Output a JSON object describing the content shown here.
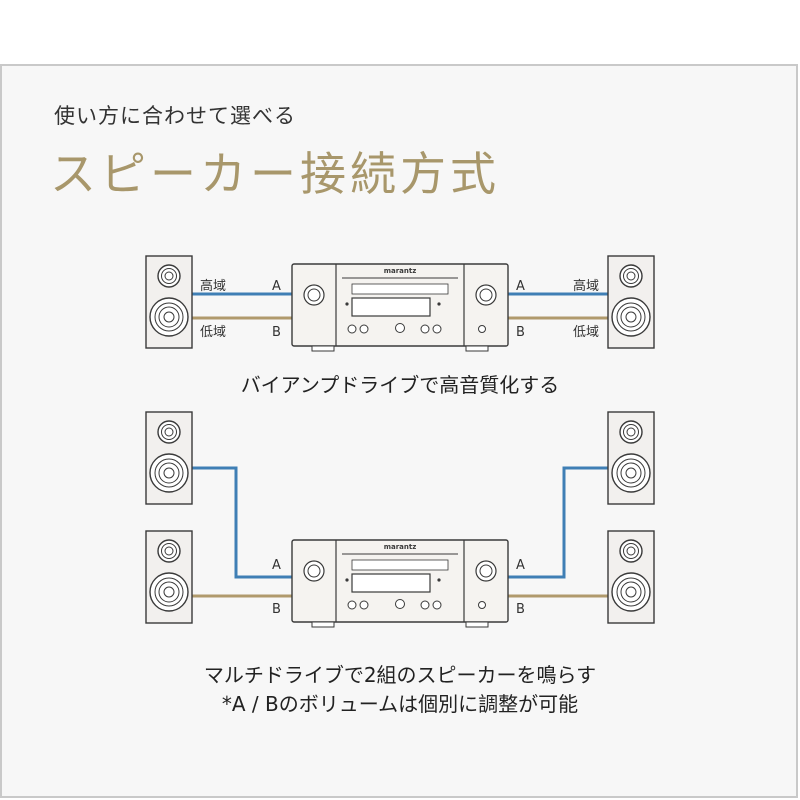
{
  "header": {
    "subtitle": "使い方に合わせて選べる",
    "title": "スピーカー接続方式"
  },
  "brand": "marantz",
  "colors": {
    "title": "#a8976b",
    "cable_a": "#3f7fb5",
    "cable_b": "#b09a6c"
  },
  "biamp": {
    "left_high_label": "高域",
    "left_low_label": "低域",
    "right_high_label": "高域",
    "right_low_label": "低域",
    "term_a_left": "A",
    "term_b_left": "B",
    "term_a_right": "A",
    "term_b_right": "B",
    "caption": "バイアンプドライブで高音質化する"
  },
  "multi": {
    "term_a_left": "A",
    "term_b_left": "B",
    "term_a_right": "A",
    "term_b_right": "B",
    "caption_line1": "マルチドライブで2組のスピーカーを鳴らす",
    "caption_line2": "*A / Bのボリュームは個別に調整が可能"
  }
}
